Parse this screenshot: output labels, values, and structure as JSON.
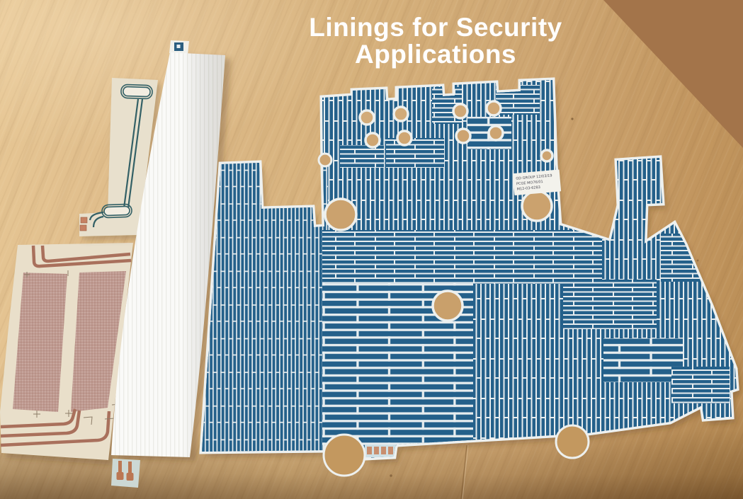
{
  "title": {
    "line1": "Linings for Security",
    "line2": "Applications",
    "color": "#ffffff"
  },
  "banner": {
    "color": "#a3744a"
  },
  "blue_lining_label": {
    "line1": "GD GROUP   12/03/19",
    "line2": "PCGE MO76/01",
    "line3": "M12-03-6283"
  },
  "colors": {
    "blue_trace": "#24608a",
    "substrate_white": "#eef1f0",
    "copper_trace": "#a9705c",
    "copper_mesh": "#bc948a",
    "teal_trace": "#336066",
    "cream_substrate": "#e9dfca",
    "wood_surface": "#d2ab7a",
    "pad_copper": "#c58163"
  }
}
